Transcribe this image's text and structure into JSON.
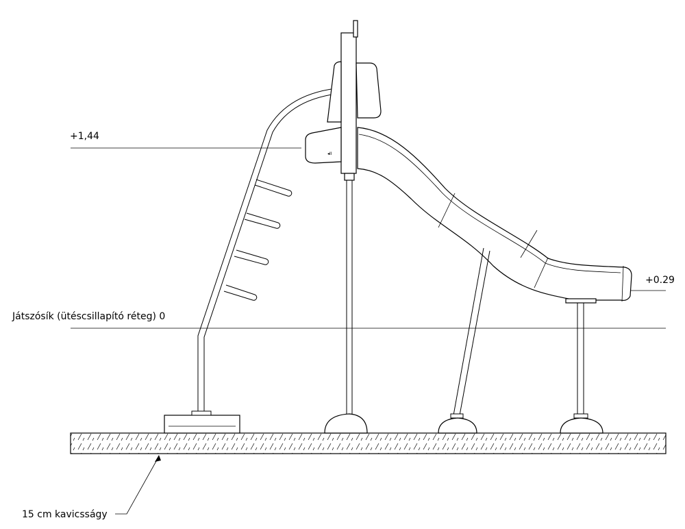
{
  "labels": {
    "level_top": "+1,44",
    "level_end": "+0.29",
    "level_ground": "Játszósík (ütéscsillapító réteg) 0",
    "gravel_bed": "15 cm  kavicsságy"
  }
}
